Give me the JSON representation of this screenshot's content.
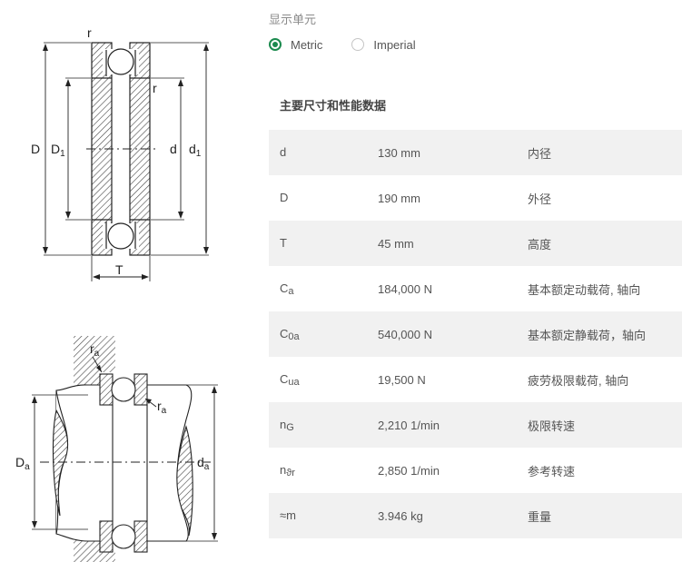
{
  "display_units": {
    "label": "显示单元",
    "options": [
      {
        "label": "Metric",
        "selected": true
      },
      {
        "label": "Imperial",
        "selected": false
      }
    ]
  },
  "section_title": "主要尺寸和性能数据",
  "specs": [
    {
      "symbol": "d",
      "sub": "",
      "value": "130 mm",
      "description": "内径"
    },
    {
      "symbol": "D",
      "sub": "",
      "value": "190 mm",
      "description": "外径"
    },
    {
      "symbol": "T",
      "sub": "",
      "value": "45 mm",
      "description": "高度"
    },
    {
      "symbol": "C",
      "sub": "a",
      "value": "184,000 N",
      "description": "基本额定动载荷, 轴向"
    },
    {
      "symbol": "C",
      "sub": "0a",
      "value": "540,000 N",
      "description": "基本额定静载荷，轴向"
    },
    {
      "symbol": "C",
      "sub": "ua",
      "value": "19,500 N",
      "description": "疲劳极限载荷, 轴向"
    },
    {
      "symbol": "n",
      "sub": "G",
      "value": "2,210 1/min",
      "description": "极限转速"
    },
    {
      "symbol": "n",
      "sub": "ϑr",
      "value": "2,850 1/min",
      "description": "参考转速"
    },
    {
      "symbol": "≈m",
      "sub": "",
      "value": "3.946 kg",
      "description": "重量"
    }
  ],
  "drawing_labels": {
    "top": {
      "r1": "r",
      "r2": "r",
      "D": "D",
      "D1": "D",
      "D1_sub": "1",
      "d": "d",
      "d1": "d",
      "d1_sub": "1",
      "T": "T"
    },
    "bottom": {
      "ra1": "r",
      "ra1_sub": "a",
      "ra2": "r",
      "ra2_sub": "a",
      "Da": "D",
      "Da_sub": "a",
      "da": "d",
      "da_sub": "a"
    }
  },
  "colors": {
    "accent": "#1b8a4e",
    "row_shade": "#f1f1f1"
  }
}
